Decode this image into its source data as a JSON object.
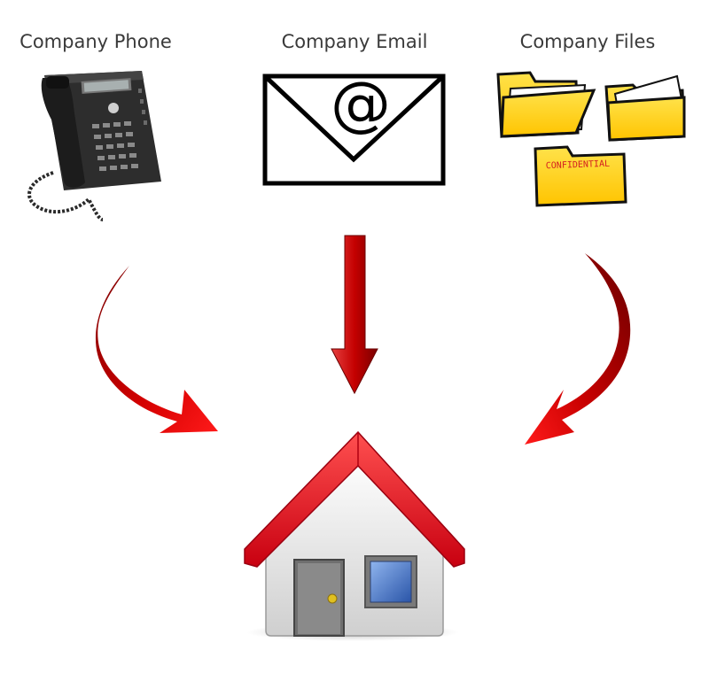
{
  "labels": {
    "phone": "Company Phone",
    "email": "Company Email",
    "files": "Company Files"
  },
  "email_symbol": "@",
  "folder_stamp": "CONFIDENTIAL",
  "icons": {
    "phone": "desk-phone-icon",
    "email": "envelope-icon",
    "files": "folders-icon",
    "home": "house-icon"
  },
  "colors": {
    "arrow": "#d40000",
    "arrow_dark": "#7a0000",
    "roof": "#e8202a",
    "folder": "#ffcc00",
    "window": "#3a6fc4",
    "door": "#7a7a7a",
    "text": "#3a3a3a"
  }
}
